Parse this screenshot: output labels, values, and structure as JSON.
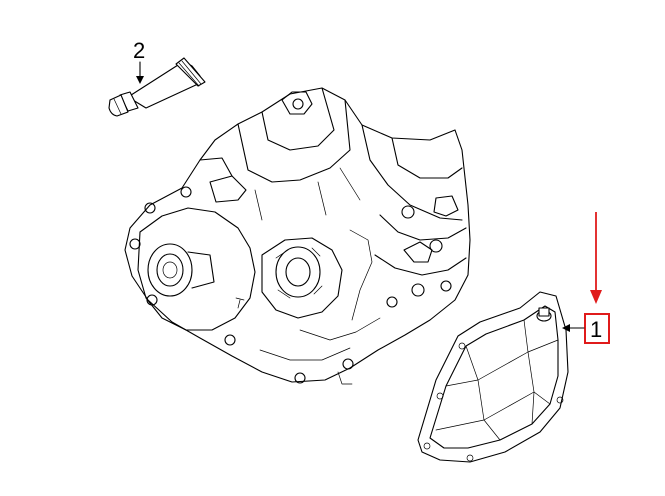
{
  "callouts": [
    {
      "label": "2",
      "part": "sealant-tube"
    },
    {
      "label": "1",
      "part": "transmission-oil-pan",
      "highlighted": true
    }
  ],
  "colors": {
    "line": "#000000",
    "highlight": "#e01b1b",
    "background": "#ffffff"
  }
}
